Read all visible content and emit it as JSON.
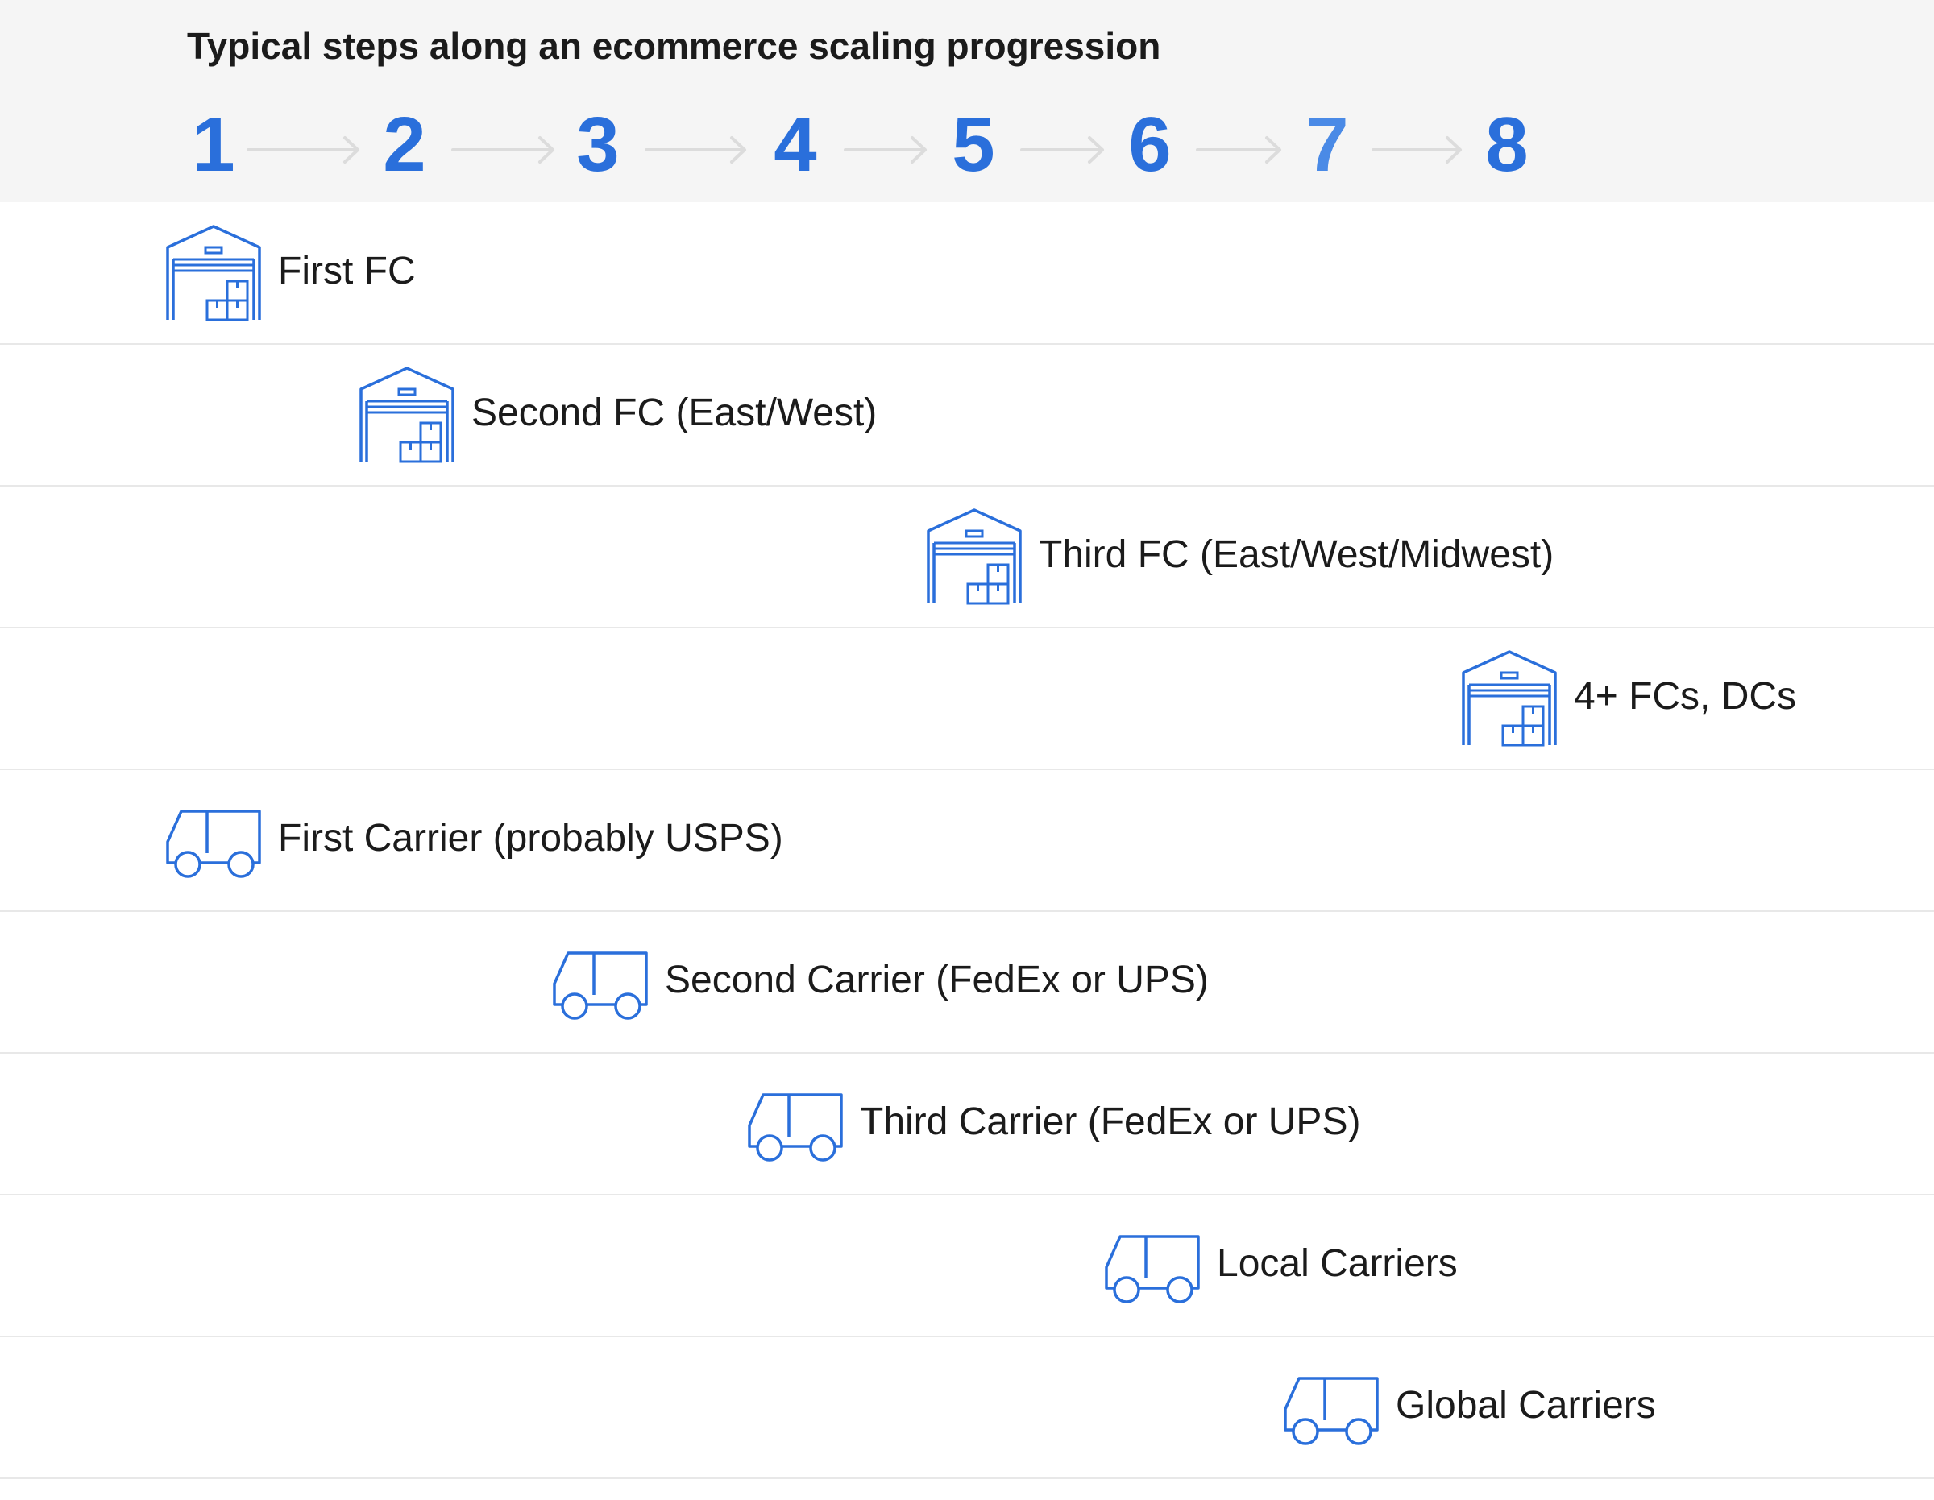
{
  "title": "Typical steps along an ecommerce scaling progression",
  "colors": {
    "accent": "#2a6fdb",
    "accent_light": "#4a8ae6",
    "arrow": "#dcdcdc",
    "header_bg": "#f5f5f5",
    "divider": "#e8e8e8",
    "text": "#1b1b1b"
  },
  "steps": [
    "1",
    "2",
    "3",
    "4",
    "5",
    "6",
    "7",
    "8"
  ],
  "items": [
    {
      "label": "First FC",
      "icon": "warehouse-icon"
    },
    {
      "label": "Second FC (East/West)",
      "icon": "warehouse-icon"
    },
    {
      "label": "Third FC (East/West/Midwest)",
      "icon": "warehouse-icon"
    },
    {
      "label": "4+ FCs, DCs",
      "icon": "warehouse-icon"
    },
    {
      "label": "First Carrier (probably USPS)",
      "icon": "delivery-van-icon"
    },
    {
      "label": "Second Carrier (FedEx or UPS)",
      "icon": "delivery-van-icon"
    },
    {
      "label": "Third Carrier (FedEx or UPS)",
      "icon": "delivery-van-icon"
    },
    {
      "label": "Local Carriers",
      "icon": "delivery-van-icon"
    },
    {
      "label": "Global Carriers",
      "icon": "delivery-van-icon"
    }
  ]
}
